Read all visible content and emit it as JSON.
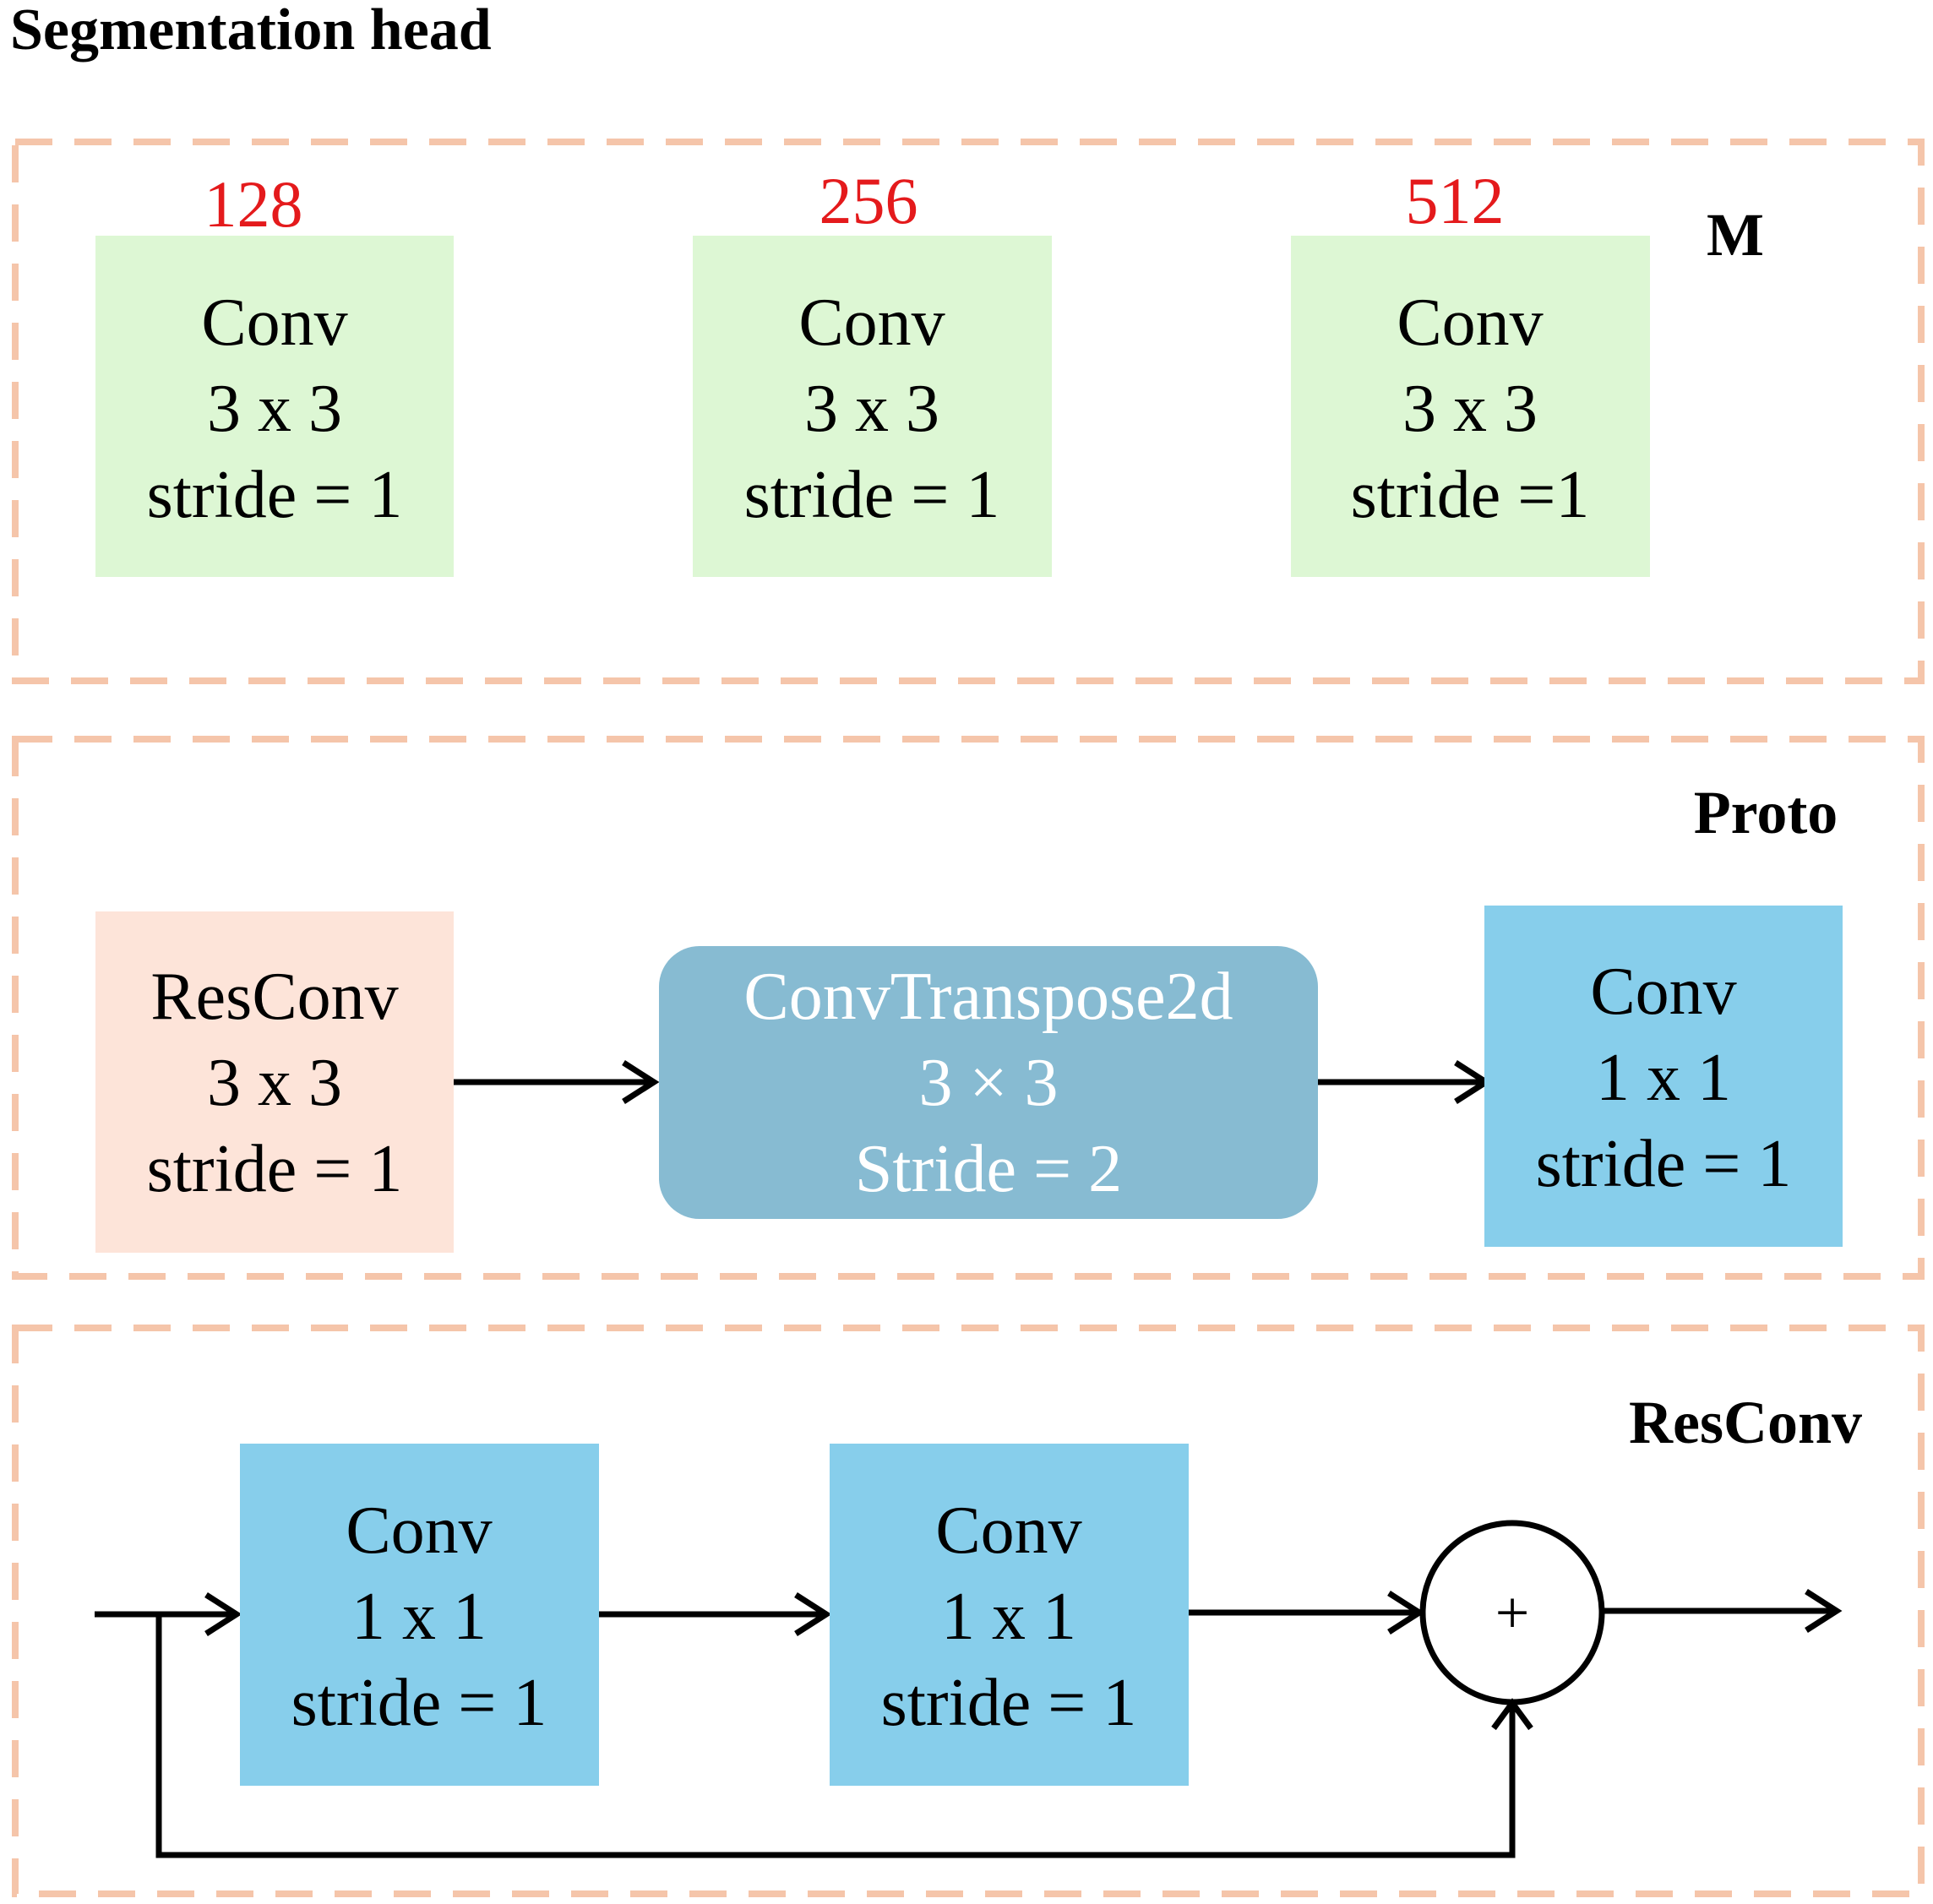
{
  "title": "Segmentation head",
  "colors": {
    "dashed_border": "#f5c5aa",
    "green_block": "#ddf7d4",
    "blue_block": "#87ceeb",
    "teal_block": "#87bbd2",
    "peach_block": "#fde4d9",
    "channel_label": "#e41a1c",
    "arrow": "#000000"
  },
  "sections": {
    "m": {
      "label": "M",
      "blocks": [
        {
          "channels": "128",
          "line1": "Conv",
          "line2": "3 x 3",
          "line3": "stride = 1"
        },
        {
          "channels": "256",
          "line1": "Conv",
          "line2": "3 x 3",
          "line3": "stride = 1"
        },
        {
          "channels": "512",
          "line1": "Conv",
          "line2": "3 x 3",
          "line3": "stride =1"
        }
      ]
    },
    "proto": {
      "label": "Proto",
      "blocks": [
        {
          "line1": "ResConv",
          "line2": "3 x 3",
          "line3": "stride = 1"
        },
        {
          "line1": "ConvTranspose2d",
          "line2": "3 × 3",
          "line3": "Stride = 2"
        },
        {
          "line1": "Conv",
          "line2": "1 x 1",
          "line3": "stride = 1"
        }
      ]
    },
    "resconv": {
      "label": "ResConv",
      "blocks": [
        {
          "line1": "Conv",
          "line2": "1 x 1",
          "line3": "stride = 1"
        },
        {
          "line1": "Conv",
          "line2": "1 x 1",
          "line3": "stride = 1"
        }
      ],
      "sum_symbol": "+"
    }
  }
}
